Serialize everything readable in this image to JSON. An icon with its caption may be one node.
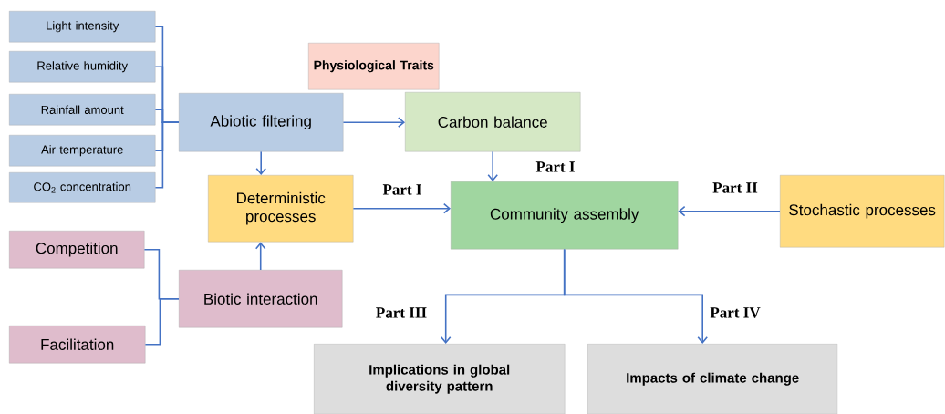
{
  "diagram": {
    "nodes": [
      {
        "text": [
          "Light intensity"
        ]
      },
      {
        "text": [
          "Relative humidity"
        ]
      },
      {
        "text": [
          "Rainfall amount"
        ]
      },
      {
        "text": [
          "Air temperature"
        ]
      },
      {
        "text": [
          "CO$_{2}$ concentration"
        ]
      },
      {
        "text": [
          "Physiological Traits"
        ]
      },
      {
        "text": [
          "Abiotic filtering"
        ]
      },
      {
        "text": [
          "Carbon balance"
        ]
      },
      {
        "text": [
          "Deterministic processes"
        ]
      },
      {
        "text": [
          "Community assembly"
        ]
      },
      {
        "text": [
          "Stochastic processes"
        ]
      },
      {
        "text": [
          "Competition"
        ]
      },
      {
        "text": [
          "Facilitation"
        ]
      },
      {
        "text": [
          "Biotic interaction"
        ]
      },
      {
        "text": [
          "Implications in global diversity pattern"
        ]
      },
      {
        "text": [
          "Impacts of climate change"
        ]
      }
    ],
    "edges": [
      {
        "from": 0,
        "to": 6,
        "arrow": "none"
      },
      {
        "from": 1,
        "to": 6,
        "arrow": "none"
      },
      {
        "from": 2,
        "to": 6,
        "arrow": "none"
      },
      {
        "from": 3,
        "to": 6,
        "arrow": "none"
      },
      {
        "from": 4,
        "to": 6,
        "arrow": "none"
      },
      {
        "from": 6,
        "to": 7,
        "arrow": "to"
      },
      {
        "from": 6,
        "to": 8,
        "arrow": "to"
      },
      {
        "from": 7,
        "to": 9,
        "arrow": "to",
        "label": "Part I"
      },
      {
        "from": 8,
        "to": 9,
        "arrow": "to",
        "label": "Part I"
      },
      {
        "from": 10,
        "to": 9,
        "arrow": "to",
        "label": "Part II"
      },
      {
        "from": 11,
        "to": 13,
        "arrow": "none"
      },
      {
        "from": 12,
        "to": 13,
        "arrow": "none"
      },
      {
        "from": 13,
        "to": 8,
        "arrow": "to"
      },
      {
        "from": 9,
        "to": 14,
        "arrow": "to",
        "label": "Part III"
      },
      {
        "from": 9,
        "to": 15,
        "arrow": "to",
        "label": "Part IV"
      }
    ]
  }
}
